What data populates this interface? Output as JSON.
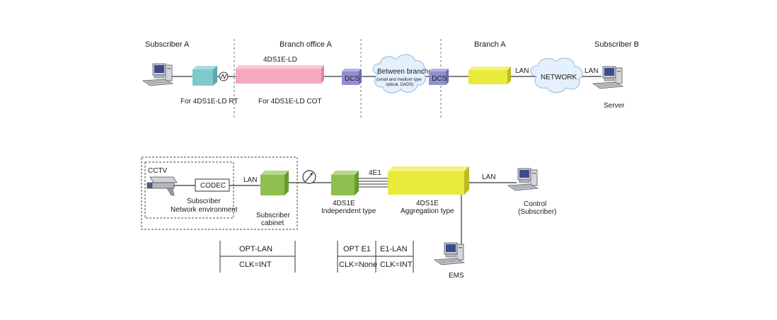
{
  "top": {
    "headers": {
      "subscriber_a": "Subscriber A",
      "branch_office_a": "Branch office A",
      "branch_a": "Branch A",
      "subscriber_b": "Subscriber B"
    },
    "device_title": "4DS1E-LD",
    "rt_label": "For 4DS1E-LD RT",
    "cot_label": "For 4DS1E-LD COT",
    "dcs_left": "DCS",
    "dcs_right": "DCS",
    "cloud_line1": "Between branches",
    "cloud_line2": "(small and medium type",
    "cloud_line3": "optical, DADS)",
    "network": "NETWORK",
    "lan_1": "LAN",
    "lan_2": "LAN",
    "server": "Server"
  },
  "bottom": {
    "cctv": "CCTV",
    "codec": "CODEC",
    "subscriber_env_1": "Subscriber",
    "subscriber_env_2": "Network environment",
    "lan_left": "LAN",
    "cabinet_1": "Subscriber",
    "cabinet_2": "cabinet",
    "e1_label": "4E1",
    "independent_1": "4DS1E",
    "independent_2": "Independent type",
    "aggregation_1": "4DS1E",
    "aggregation_2": "Aggregation type",
    "lan_right": "LAN",
    "control_1": "Control",
    "control_2": "(Subscriber)",
    "ems": "EMS",
    "table1": {
      "row1": "OPT-LAN",
      "row2": "CLK=INT"
    },
    "table2": {
      "col1_row1": "OPT E1",
      "col1_row2": "CLK=None",
      "col2_row1": "E1-LAN",
      "col2_row2": "CLK=INT"
    }
  },
  "colors": {
    "cyan": "#7fc8cc",
    "pink": "#f4a9bc",
    "dcs": "#8f8fd0",
    "yellow": "#e8ea3c",
    "green": "#8fbf4e",
    "cloud": "#e4f0fb",
    "cloud_stroke": "#9ec3e6"
  },
  "icons": [
    "computer-icon",
    "server-icon",
    "cctv-camera-icon",
    "modem-icon",
    "meter-icon",
    "cloud-icon"
  ]
}
